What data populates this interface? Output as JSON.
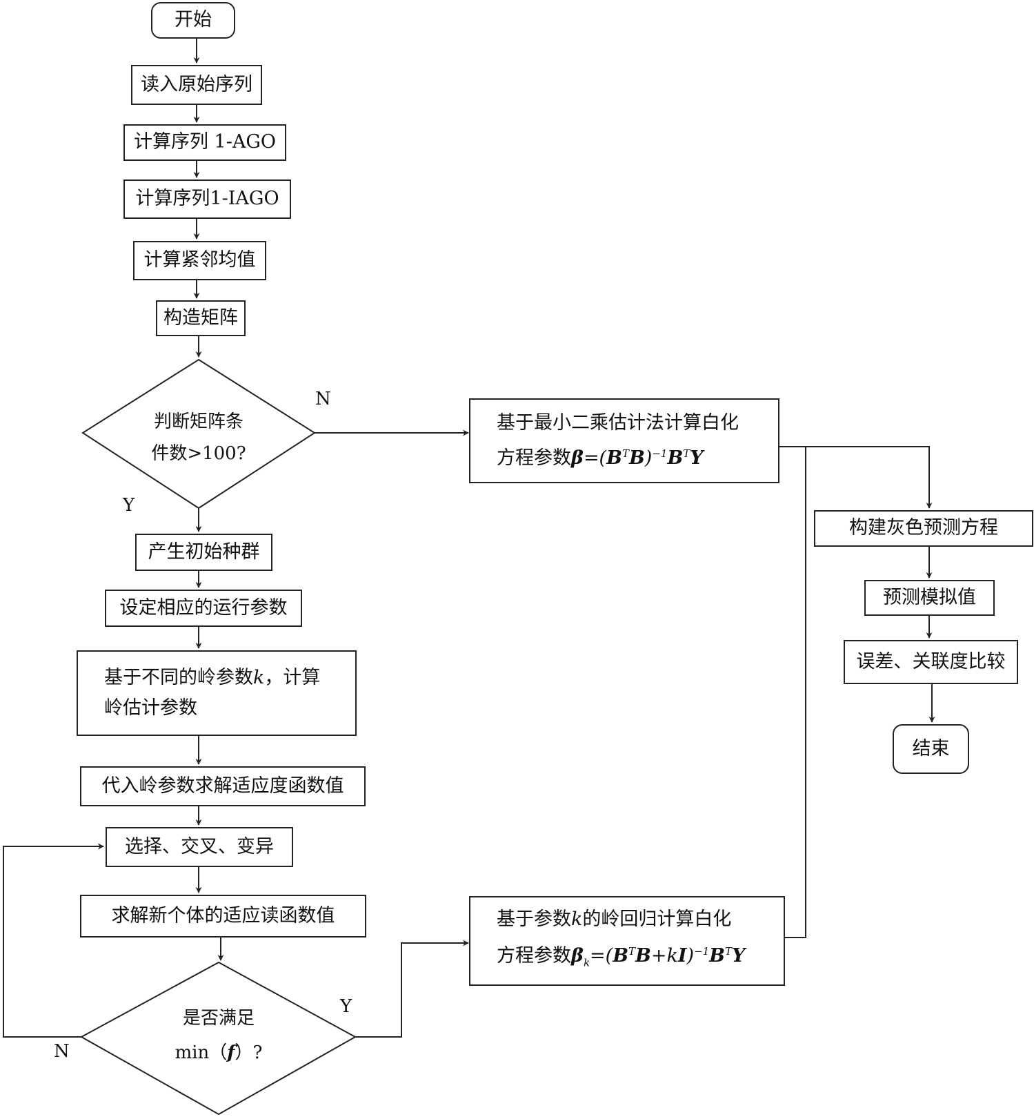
{
  "nodes": {
    "start": "开始",
    "read": "读入原始序列",
    "ago": "计算序列 1-AGO",
    "iago": "计算序列1-IAGO",
    "mean": "计算紧邻均值",
    "matrix": "构造矩阵",
    "cond_line1": "判断矩阵条",
    "cond_line2": "件数>100?",
    "init_pop": "产生初始种群",
    "params": "设定相应的运行参数",
    "ridge_line1_a": "基于不同的岭参数",
    "ridge_line1_k": "k",
    "ridge_line1_b": "，计算",
    "ridge_line2": "岭估计参数",
    "fitness": "代入岭参数求解适应度函数值",
    "ga": "选择、交叉、变异",
    "new_fit": "求解新个体的适应读函数值",
    "min_line1": "是否满足",
    "min_line2_a": "min（",
    "min_line2_f": "f",
    "min_line2_b": "）?",
    "ls_line1": "基于最小二乘估计法计算白化",
    "ls_line2_a": "方程参数",
    "ls_beta": "β",
    "ls_formula": "=(BTB)-1BTY",
    "kr_line1_a": "基于参数",
    "kr_line1_k": "k",
    "kr_line1_b": "的岭回归计算白化",
    "kr_line2_a": "方程参数",
    "kr_beta": "β",
    "kr_sub": "k",
    "kr_formula": "=(BTB+kI)-1BTY",
    "grey_eq": "构建灰色预测方程",
    "predict": "预测模拟值",
    "compare": "误差、关联度比较",
    "end": "结束"
  },
  "edge_labels": {
    "cond_no": "N",
    "cond_yes": "Y",
    "min_yes": "Y",
    "min_no": "N"
  }
}
